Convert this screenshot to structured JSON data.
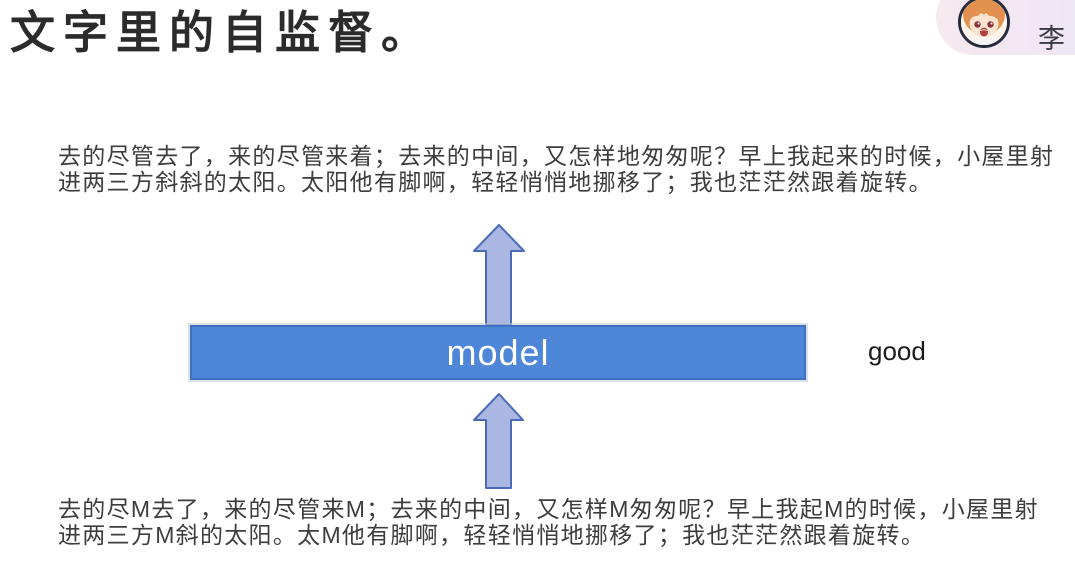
{
  "slide": {
    "title": "文字里的自监督。",
    "paragraph_original": {
      "line1": "去的尽管去了，来的尽管来着；去来的中间，又怎样地匆匆呢？早上我起来的时候，小屋里射",
      "line2": "进两三方斜斜的太阳。太阳他有脚啊，轻轻悄悄地挪移了；我也茫茫然跟着旋转。"
    },
    "paragraph_masked": {
      "line1": "去的尽M去了，来的尽管来M；去来的中间，又怎样M匆匆呢？早上我起M的时候，小屋里射",
      "line2": "进两三方M斜的太阳。太M他有脚啊，轻轻悄悄地挪移了；我也茫茫然跟着旋转。"
    },
    "model_label": "model",
    "output_label": "good"
  },
  "presenter": {
    "name_label": "李",
    "avatar_icon": "anime-avatar"
  },
  "icons": {
    "up_arrow": "up-arrow"
  },
  "colors": {
    "model_box_fill": "#4e86d8",
    "model_box_border": "#4170c0",
    "arrow_fill": "#aab7e2",
    "arrow_border": "#4a6cb8",
    "badge_background_start": "#f7e9ef",
    "badge_background_end": "#eae7f5",
    "title_color": "#2b2b2b",
    "body_text_color": "#3d3d3d",
    "model_text_color": "#ffffff",
    "good_text_color": "#1c1c1c"
  }
}
